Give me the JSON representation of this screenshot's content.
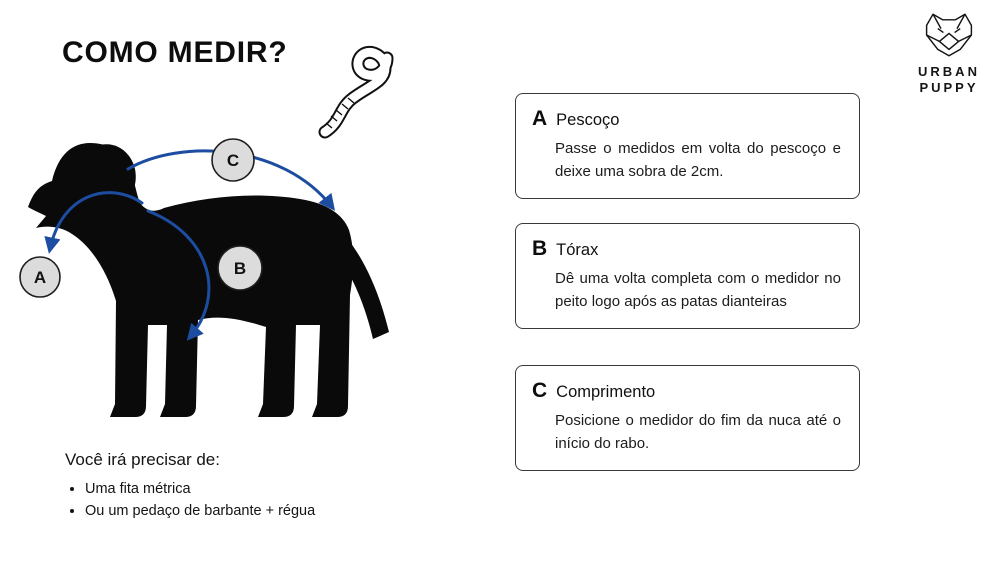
{
  "page": {
    "title": "COMO MEDIR?"
  },
  "logo": {
    "line1": "URBAN",
    "line2": "PUPPY"
  },
  "diagram": {
    "labels": {
      "a": "A",
      "b": "B",
      "c": "C"
    }
  },
  "needs": {
    "title": "Você irá precisar de:",
    "items": [
      "Uma fita métrica",
      "Ou um pedaço de barbante + régua"
    ]
  },
  "instructions": [
    {
      "letter": "A",
      "title": "Pescoço",
      "body": "Passe o medidos em volta do pescoço e deixe uma sobra de 2cm."
    },
    {
      "letter": "B",
      "title": "Tórax",
      "body": "Dê uma volta completa com o medidor no peito logo após as patas dianteiras"
    },
    {
      "letter": "C",
      "title": "Comprimento",
      "body": "Posicione o medidor do fim da nuca até o início do rabo."
    }
  ],
  "colors": {
    "arrow_blue": "#1c4da1",
    "dog_black": "#0a0a0a",
    "label_fill": "#dcdcdc"
  }
}
